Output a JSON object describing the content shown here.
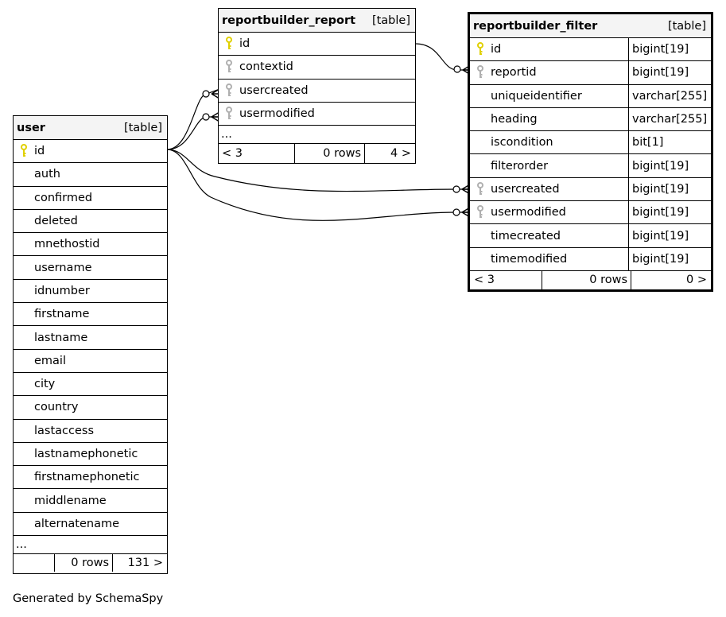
{
  "tables": {
    "user": {
      "name": "user",
      "kind": "[table]",
      "columns": [
        {
          "name": "id",
          "key": "primary"
        },
        {
          "name": "auth",
          "key": "none"
        },
        {
          "name": "confirmed",
          "key": "none"
        },
        {
          "name": "deleted",
          "key": "none"
        },
        {
          "name": "mnethostid",
          "key": "none"
        },
        {
          "name": "username",
          "key": "none"
        },
        {
          "name": "idnumber",
          "key": "none"
        },
        {
          "name": "firstname",
          "key": "none"
        },
        {
          "name": "lastname",
          "key": "none"
        },
        {
          "name": "email",
          "key": "none"
        },
        {
          "name": "city",
          "key": "none"
        },
        {
          "name": "country",
          "key": "none"
        },
        {
          "name": "lastaccess",
          "key": "none"
        },
        {
          "name": "lastnamephonetic",
          "key": "none"
        },
        {
          "name": "firstnamephonetic",
          "key": "none"
        },
        {
          "name": "middlename",
          "key": "none"
        },
        {
          "name": "alternatename",
          "key": "none"
        }
      ],
      "ellipsis": "...",
      "footer": {
        "left": "",
        "middle": "0 rows",
        "right": "131 >"
      }
    },
    "report": {
      "name": "reportbuilder_report",
      "kind": "[table]",
      "columns": [
        {
          "name": "id",
          "key": "primary"
        },
        {
          "name": "contextid",
          "key": "foreign"
        },
        {
          "name": "usercreated",
          "key": "foreign"
        },
        {
          "name": "usermodified",
          "key": "foreign"
        }
      ],
      "ellipsis": "...",
      "footer": {
        "left": "< 3",
        "middle": "0 rows",
        "right": "4 >"
      }
    },
    "filter": {
      "name": "reportbuilder_filter",
      "kind": "[table]",
      "columns": [
        {
          "name": "id",
          "type": "bigint[19]",
          "key": "primary"
        },
        {
          "name": "reportid",
          "type": "bigint[19]",
          "key": "foreign"
        },
        {
          "name": "uniqueidentifier",
          "type": "varchar[255]",
          "key": "none"
        },
        {
          "name": "heading",
          "type": "varchar[255]",
          "key": "none"
        },
        {
          "name": "iscondition",
          "type": "bit[1]",
          "key": "none"
        },
        {
          "name": "filterorder",
          "type": "bigint[19]",
          "key": "none"
        },
        {
          "name": "usercreated",
          "type": "bigint[19]",
          "key": "foreign"
        },
        {
          "name": "usermodified",
          "type": "bigint[19]",
          "key": "foreign"
        },
        {
          "name": "timecreated",
          "type": "bigint[19]",
          "key": "none"
        },
        {
          "name": "timemodified",
          "type": "bigint[19]",
          "key": "none"
        }
      ],
      "footer": {
        "left": "< 3",
        "middle": "0 rows",
        "right": "0 >"
      }
    }
  },
  "colors": {
    "primary_key": "#e0d000",
    "foreign_key": "#b0b0b0",
    "header_bg": "#f4f4f4"
  },
  "footer_text": "Generated by SchemaSpy"
}
